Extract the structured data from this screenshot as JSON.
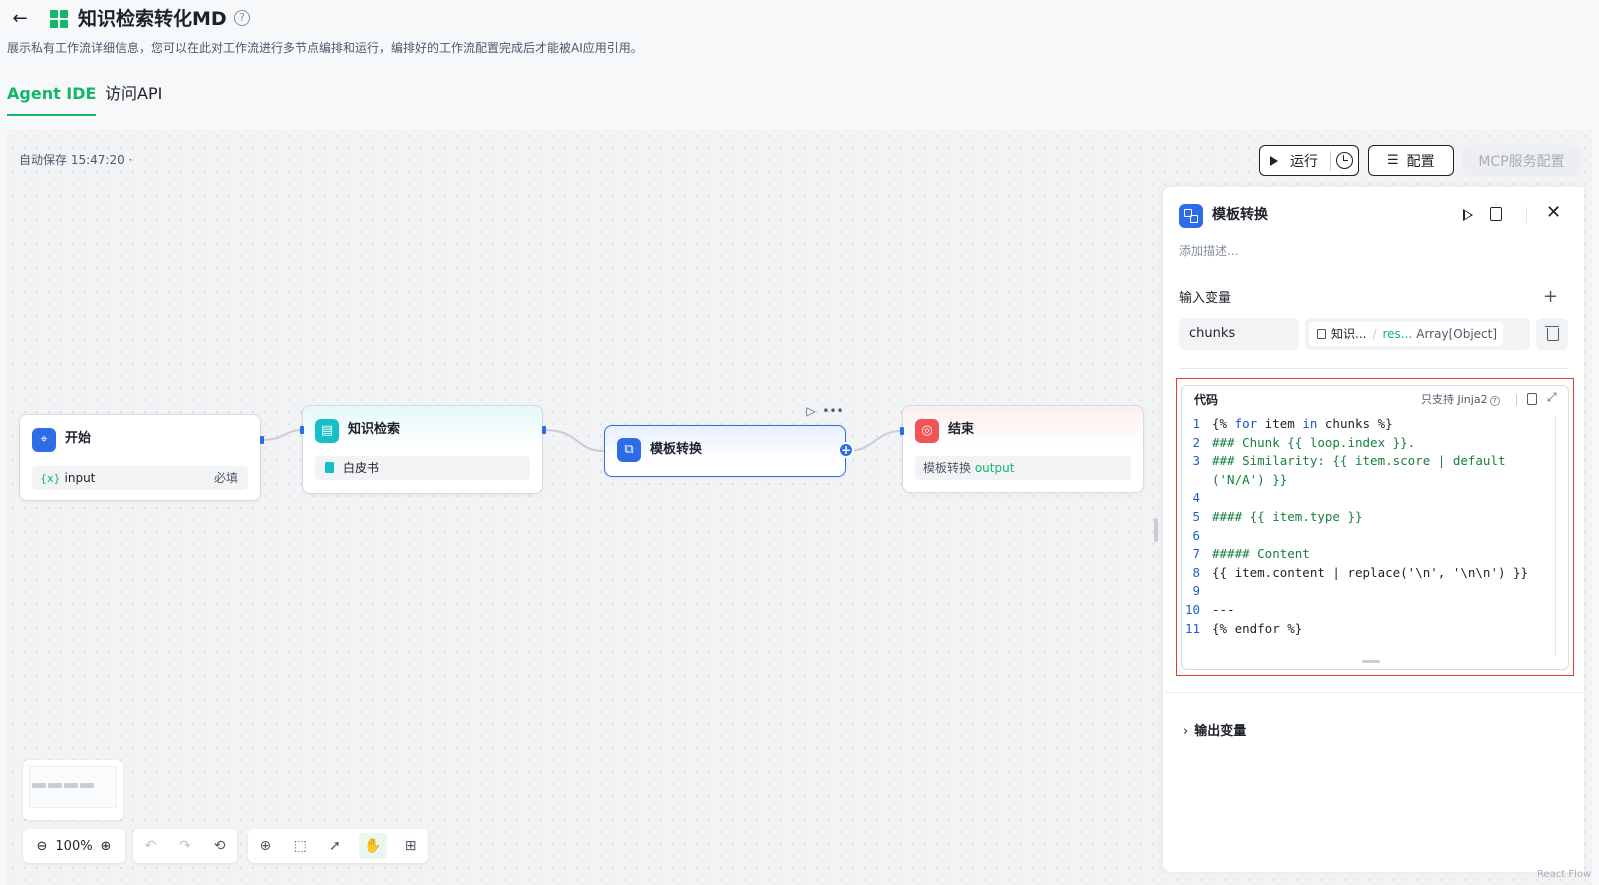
{
  "header": {
    "title": "知识检索转化MD",
    "subtitle": "展示私有工作流详细信息，您可以在此对工作流进行多节点编排和运行，编排好的工作流配置完成后才能被AI应用引用。"
  },
  "tabs": [
    {
      "label": "Agent IDE",
      "active": true
    },
    {
      "label": "访问API",
      "active": false
    }
  ],
  "toolbar": {
    "autosave": "自动保存 15:47:20 ·",
    "run_label": "运行",
    "config_label": "配置",
    "mcp_label": "MCP服务配置"
  },
  "nodes": {
    "start": {
      "name": "开始",
      "var_icon": "{x}",
      "var_name": "input",
      "required": "必填"
    },
    "kb": {
      "name": "知识检索",
      "item": "白皮书"
    },
    "tpl": {
      "name": "模板转换"
    },
    "end": {
      "name": "结束",
      "ref_node": "模板转换",
      "ref_var": "output"
    }
  },
  "controls": {
    "zoom": "100%"
  },
  "panel": {
    "title": "模板转换",
    "description_placeholder": "添加描述...",
    "input_label": "输入变量",
    "variable": {
      "name": "chunks",
      "ref_node": "知识...",
      "ref_field": "res...",
      "ref_type": "Array[Object]"
    },
    "code": {
      "title": "代码",
      "hint": "只支持 Jinja2",
      "lines": [
        {
          "n": "1",
          "text": "{% for item in chunks %}"
        },
        {
          "n": "2",
          "text": "### Chunk {{ loop.index }}."
        },
        {
          "n": "3",
          "text": "### Similarity: {{ item.score | default"
        },
        {
          "n": "",
          "text": "('N/A') }}"
        },
        {
          "n": "4",
          "text": ""
        },
        {
          "n": "5",
          "text": "#### {{ item.type }}"
        },
        {
          "n": "6",
          "text": ""
        },
        {
          "n": "7",
          "text": "##### Content"
        },
        {
          "n": "8",
          "text": "{{ item.content | replace('\\n', '\\n\\n') }}"
        },
        {
          "n": "9",
          "text": ""
        },
        {
          "n": "10",
          "text": "---"
        },
        {
          "n": "11",
          "text": "{% endfor %}"
        }
      ]
    },
    "output_label": "输出变量"
  },
  "footer": {
    "brand": "React Flow"
  },
  "colors": {
    "accent": "#12b76a",
    "primary": "#2e6be6",
    "kb": "#14bfc9",
    "end": "#f05454",
    "highlight": "#e53935"
  }
}
